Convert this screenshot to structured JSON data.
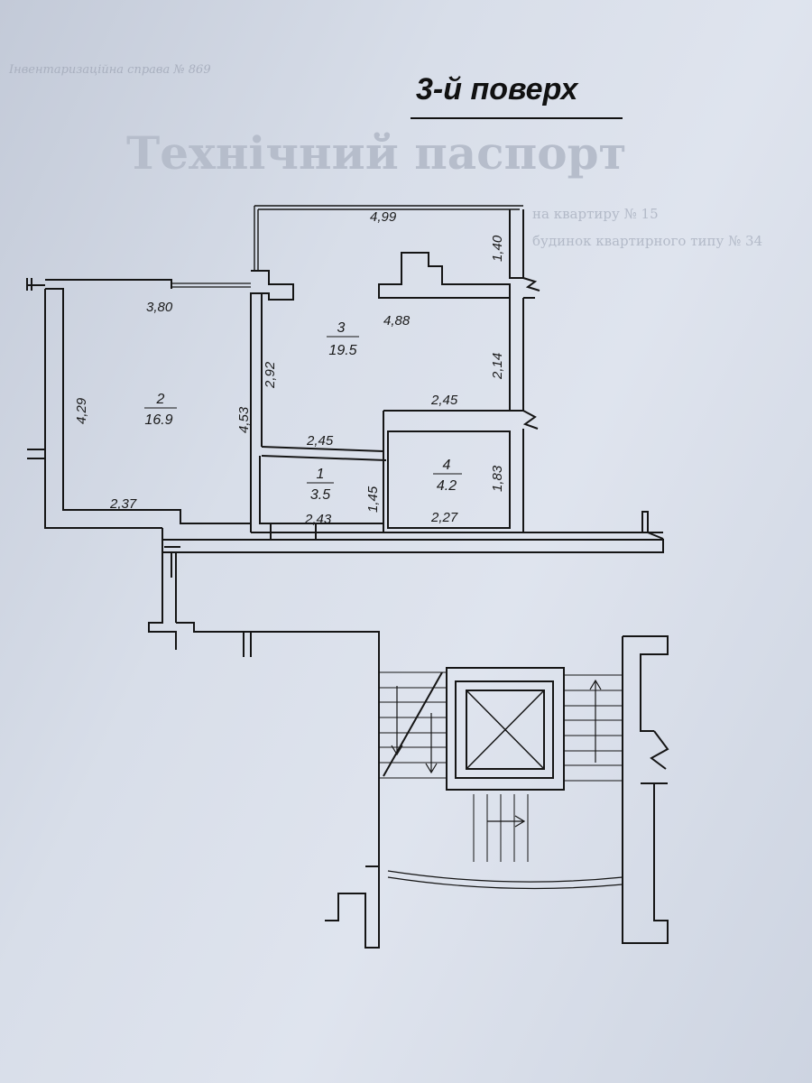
{
  "header": {
    "floor_title": "3-й поверх",
    "ghost_heading": "Технічний паспорт",
    "ghost_note": "Інвентаризаційна справа № 869",
    "ghost_line1": "на квартиру № 15",
    "ghost_line2": "будинок квартирного типу № 34"
  },
  "rooms": [
    {
      "number": "1",
      "area": "3.5"
    },
    {
      "number": "2",
      "area": "16.9"
    },
    {
      "number": "3",
      "area": "19.5"
    },
    {
      "number": "4",
      "area": "4.2"
    }
  ],
  "dimensions": {
    "balcony_top": "4,99",
    "kitchen_right_top": "1,40",
    "living_top": "3,80",
    "kitchen_mid": "4,88",
    "kitchen_left": "2,92",
    "kitchen_right": "2,14",
    "kitchen_bottom": "2,45",
    "living_left": "4,29",
    "living_right": "4,53",
    "hall_top": "2,45",
    "living_bottom": "2,37",
    "hall_right": "1,45",
    "hall_bottom": "2,43",
    "bath_right": "1,83",
    "bath_bottom": "2,27"
  },
  "colors": {
    "line": "#151515",
    "paper": "#d8dee9",
    "ghost": "#b3bac8"
  }
}
